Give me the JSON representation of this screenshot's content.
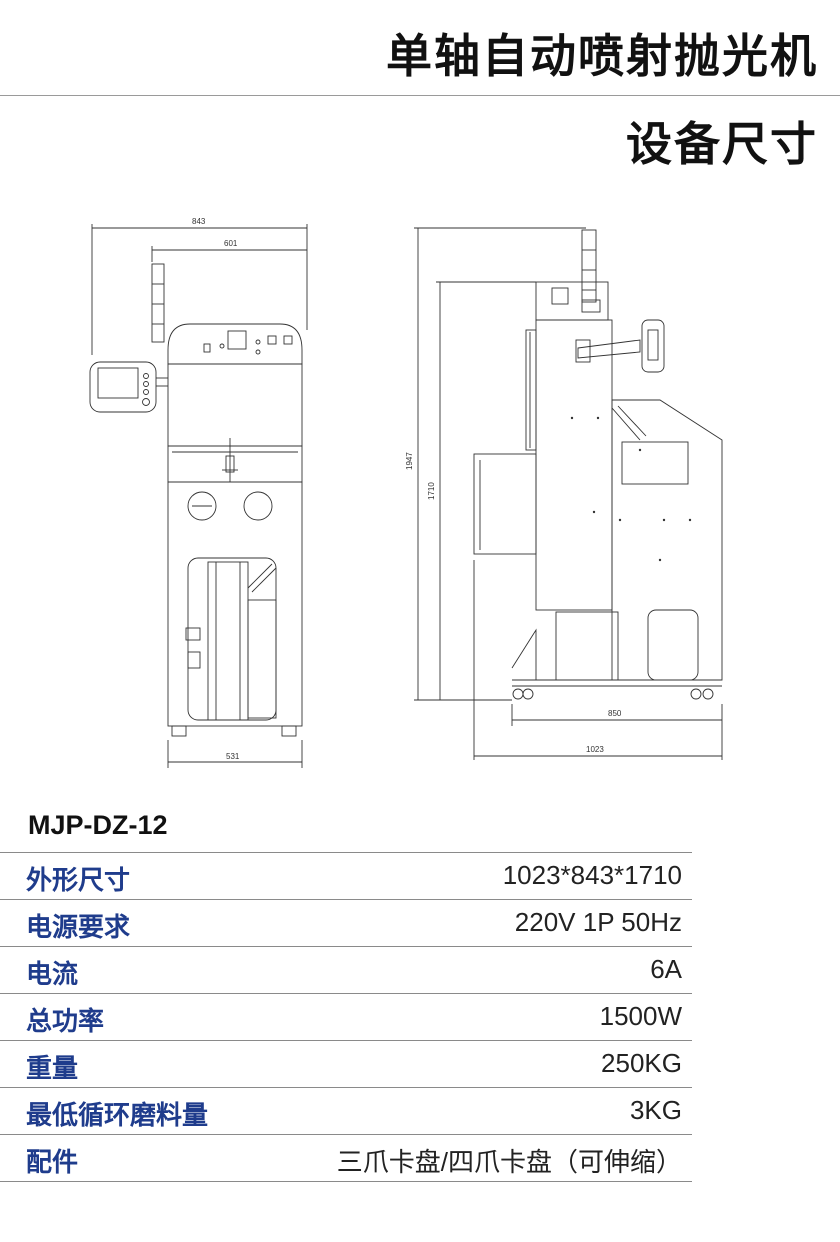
{
  "header": {
    "title": "单轴自动喷射抛光机",
    "subtitle": "设备尺寸"
  },
  "drawing": {
    "front_dims": {
      "overall_width": "843",
      "inner_width": "601",
      "base_width": "531"
    },
    "side_dims": {
      "total_height": "1947",
      "body_height": "1710",
      "base_depth": "850",
      "overall_depth": "1023"
    }
  },
  "model": "MJP-DZ-12",
  "specs": [
    {
      "key": "外形尺寸",
      "value": "1023*843*1710"
    },
    {
      "key": "电源要求",
      "value": "220V 1P 50Hz"
    },
    {
      "key": "电流",
      "value": "6A"
    },
    {
      "key": "总功率",
      "value": "1500W"
    },
    {
      "key": "重量",
      "value": "250KG"
    },
    {
      "key": "最低循环磨料量",
      "value": "3KG"
    },
    {
      "key": "配件",
      "value": "三爪卡盘/四爪卡盘（可伸缩）"
    }
  ],
  "colors": {
    "key_text": "#1f3c8c",
    "line": "#333333"
  }
}
